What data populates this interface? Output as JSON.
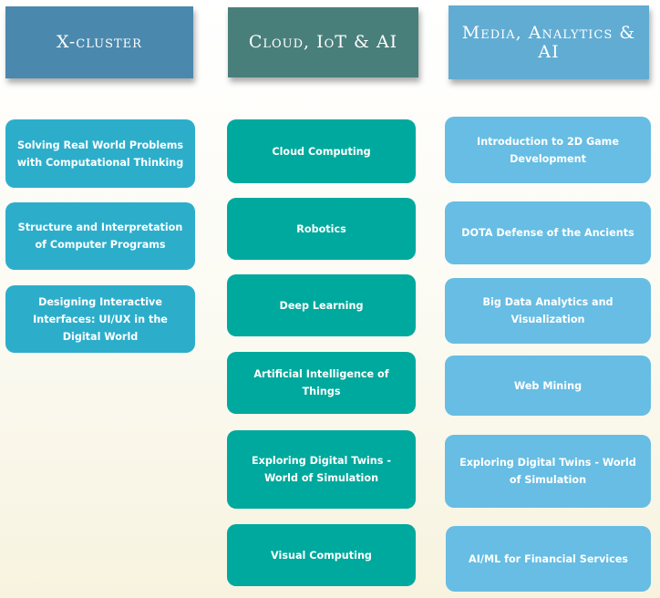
{
  "colors": {
    "header_1": "#4a89ad",
    "header_2": "#487f7b",
    "header_3": "#61acd3",
    "cards_1": "#2caecb",
    "cards_2": "#00a99d",
    "cards_3": "#67bde3"
  },
  "columns": [
    {
      "title": "X-cluster",
      "items": [
        "Solving Real World Problems with Computational Thinking",
        "Structure and Interpretation of Computer Programs",
        "Designing Interactive Interfaces: UI/UX in the Digital World"
      ]
    },
    {
      "title": "Cloud, IoT & AI",
      "items": [
        "Cloud Computing",
        "Robotics",
        "Deep Learning",
        "Artificial Intelligence of Things",
        "Exploring Digital Twins - World of Simulation",
        "Visual Computing"
      ]
    },
    {
      "title": "Media, Analytics & AI",
      "items": [
        "Introduction to 2D Game Development",
        "DOTA Defense of the Ancients",
        "Big Data Analytics and Visualization",
        "Web Mining",
        "Exploring Digital Twins - World of Simulation",
        "AI/ML for Financial Services"
      ]
    }
  ]
}
